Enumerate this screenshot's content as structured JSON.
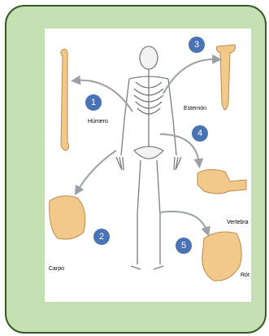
{
  "labels": {
    "humerus": "Húmero",
    "sternum": "Esternón",
    "vertebra": "Vertebra",
    "carpus": "Carpo",
    "patella": "Rót"
  },
  "badges": [
    "1",
    "2",
    "3",
    "4",
    "5"
  ],
  "colors": {
    "card_background": "#c5e0b3",
    "card_border": "#3a5a25",
    "badge": "#4a73b6",
    "bone": "#f2c98a",
    "arrow": "#9aa0a6"
  }
}
